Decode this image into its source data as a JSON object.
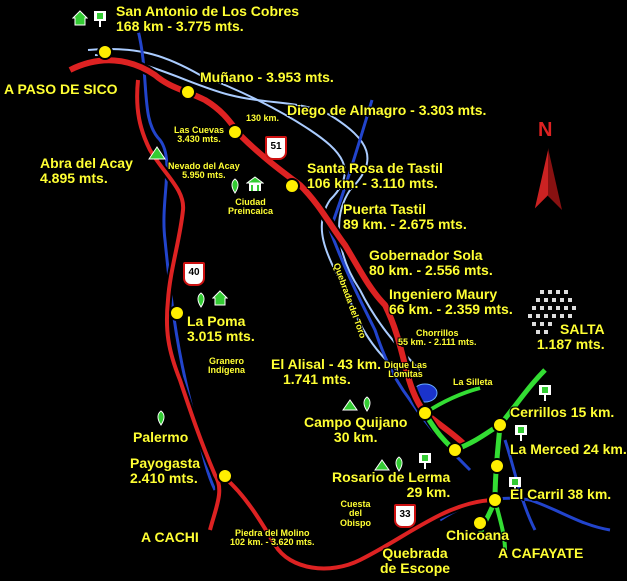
{
  "colors": {
    "background": "#000000",
    "route_main": "#dd2222",
    "route_secondary": "#33dd33",
    "river": "#2244cc",
    "rail": "#aaccff",
    "town_marker": "#ffee00",
    "label_text": "#ffff33",
    "shield_border": "#cc1111",
    "north_arrow": "#cc2222"
  },
  "labels": {
    "san_antonio": "San Antonio de Los Cobres",
    "san_antonio_alt": "168 km - 3.775 mts.",
    "paso_sico": "A PASO DE SICO",
    "munano": "Muñano - 3.953 mts.",
    "diego_almagro": "Diego de Almagro - 3.303 mts.",
    "km130": "130 km.",
    "las_cuevas": "Las Cuevas",
    "las_cuevas_alt": "3.430 mts.",
    "abra_acay": "Abra del Acay",
    "abra_acay_alt": "4.895 mts.",
    "nevado_acay": "Nevado del Acay",
    "nevado_acay_alt": "5.950 mts.",
    "ciudad_preincaica_1": "Ciudad",
    "ciudad_preincaica_2": "Preincaica",
    "santa_rosa": "Santa Rosa de Tastil",
    "santa_rosa_alt": "106 km. - 3.110 mts.",
    "puerta_tastil": "Puerta Tastil",
    "puerta_tastil_alt": "89 km. - 2.675 mts.",
    "gobernador_sola": "Gobernador Sola",
    "gobernador_sola_alt": "80 km. - 2.556 mts.",
    "ingeniero_maury": "Ingeniero Maury",
    "ingeniero_maury_alt": "66 km. - 2.359 mts.",
    "quebrada_toro": "Quebrada del Toro",
    "chorrillos": "Chorrillos",
    "chorrillos_alt": "55 km. - 2.111 mts.",
    "salta": "SALTA",
    "salta_alt": "1.187 mts.",
    "la_poma": "La Poma",
    "la_poma_alt": "3.015 mts.",
    "granero_1": "Granero",
    "granero_2": "Indígena",
    "el_alisal": "El Alisal - 43 km.",
    "el_alisal_alt": "1.741 mts.",
    "dique_1": "Dique Las",
    "dique_2": "Lomitas",
    "la_silleta": "La Silleta",
    "campo_quijano": "Campo Quijano",
    "campo_quijano_km": "30 km.",
    "cerrillos": "Cerrillos 15 km.",
    "la_merced": "La Merced 24 km.",
    "palermo": "Palermo",
    "payogasta": "Payogasta",
    "payogasta_alt": "2.410 mts.",
    "rosario_lerma": "Rosario de Lerma",
    "rosario_lerma_km": "29 km.",
    "el_carril": "El Carril 38 km.",
    "cuesta_1": "Cuesta",
    "cuesta_2": "del",
    "cuesta_3": "Obispo",
    "a_cachi": "A CACHI",
    "piedra_molino": "Piedra del Molino",
    "piedra_molino_alt": "102 km. - 3.620 mts.",
    "chicoana": "Chicoana",
    "a_cafayate": "A CAFAYATE",
    "quebrada_escope_1": "Quebrada",
    "quebrada_escope_2": "de Escope",
    "north": "N"
  },
  "route_shields": {
    "r51": "51",
    "r40": "40",
    "r33": "33"
  },
  "icons": [
    "hotel-icon",
    "restroom-icon",
    "mountain-icon",
    "restroom-icon",
    "ruins-icon",
    "restroom-icon",
    "hotel-icon",
    "restroom-icon",
    "camping-icon",
    "restroom-icon",
    "camping-icon",
    "restroom-icon",
    "restroom-icon",
    "restroom-icon",
    "restroom-icon",
    "restroom-icon"
  ]
}
